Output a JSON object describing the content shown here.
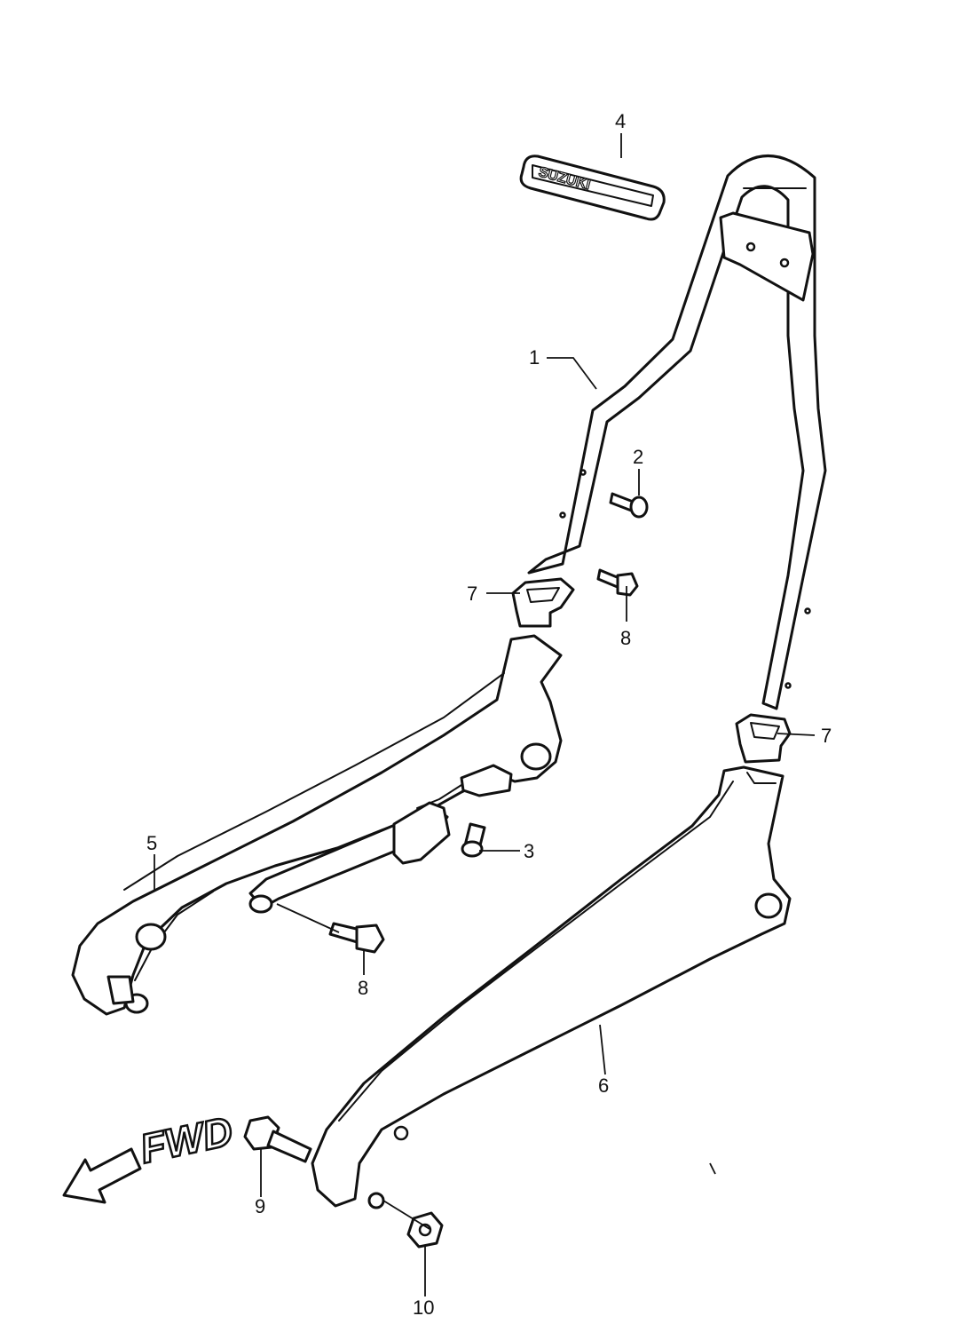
{
  "callouts": {
    "c1": "1",
    "c2": "2",
    "c3": "3",
    "c4": "4",
    "c5": "5",
    "c6": "6",
    "c7a": "7",
    "c7b": "7",
    "c8a": "8",
    "c8b": "8",
    "c9": "9",
    "c10": "10"
  },
  "emblem_text": "SUZUKI",
  "fwd_label": "FWD",
  "colors": {
    "line": "#111111",
    "background": "#ffffff"
  }
}
